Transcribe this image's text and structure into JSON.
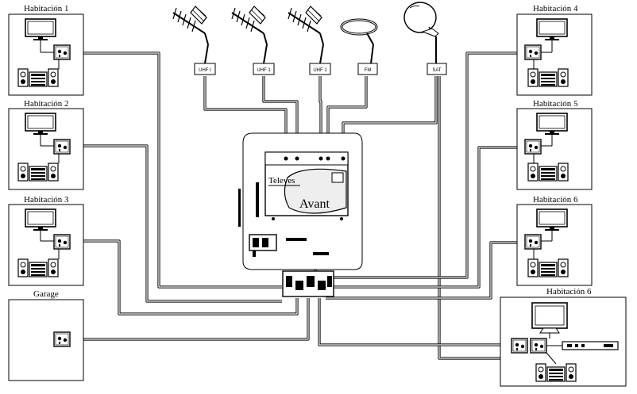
{
  "colors": {
    "line": "#000000",
    "background": "#ffffff",
    "panel": "#eeeeee"
  },
  "rooms": [
    {
      "id": "hab1",
      "label": "Habitación 1"
    },
    {
      "id": "hab2",
      "label": "Habitación 2"
    },
    {
      "id": "hab3",
      "label": "Habitación 3"
    },
    {
      "id": "garage",
      "label": "Garage"
    },
    {
      "id": "hab4",
      "label": "Habitación 4"
    },
    {
      "id": "hab5",
      "label": "Habitación 5"
    },
    {
      "id": "hab6a",
      "label": "Habitación 6"
    },
    {
      "id": "hab6b",
      "label": "Habitación 6"
    }
  ],
  "antennas": [
    {
      "id": "uhf1",
      "type": "yagi",
      "tag": "UHF I"
    },
    {
      "id": "uhf2",
      "type": "yagi",
      "tag": "UHF 1"
    },
    {
      "id": "uhf3",
      "type": "yagi",
      "tag": "UHF 1"
    },
    {
      "id": "fm",
      "type": "fm-loop",
      "tag": "FM"
    },
    {
      "id": "sat",
      "type": "dish",
      "tag": "SAT"
    }
  ],
  "amplifier": {
    "brand": "Televes",
    "model": "Avant"
  }
}
